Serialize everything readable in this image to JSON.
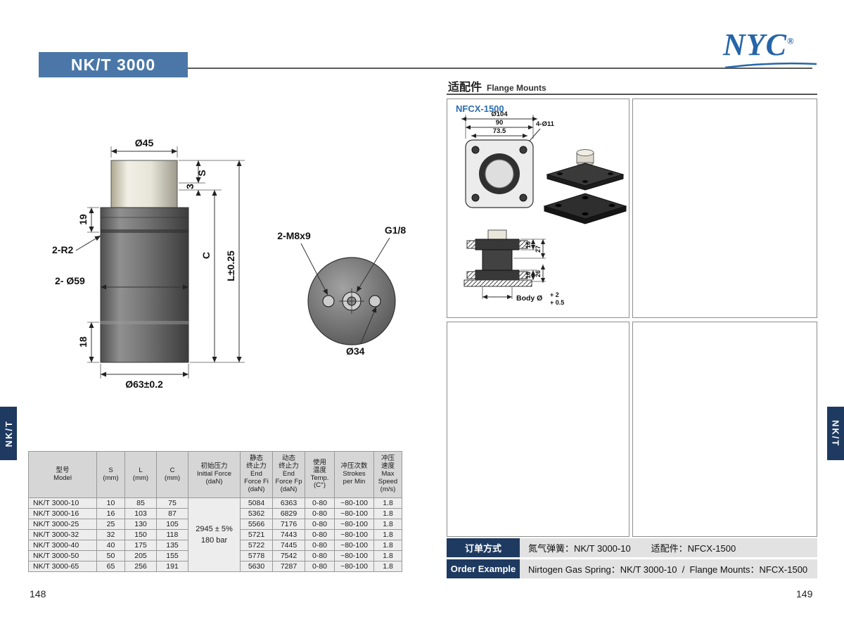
{
  "page": {
    "title": "NK/T 3000",
    "logo": "NYC",
    "logo_reg": "®",
    "side_tab": "NK/T",
    "page_left": "148",
    "page_right": "149"
  },
  "flange": {
    "title_cn": "适配件",
    "title_en": "Flange Mounts",
    "part": "NFCX-1500",
    "d104": "Ø104",
    "d90": "90",
    "d735": "73.5",
    "d411": "4-Ø11",
    "s16a": "16",
    "s27": "27",
    "s16b": "16",
    "s26": "26",
    "body_label": "Body Ø",
    "tol_top": "+ 2",
    "tol_bottom": "+ 0.5"
  },
  "main_drawing": {
    "d45": "Ø45",
    "d3": "3",
    "ds": "S",
    "d19": "19",
    "r2": "2-R2",
    "dc": "C",
    "dl": "L±0.25",
    "d59": "2- Ø59",
    "d18": "18",
    "d63": "Ø63±0.2",
    "m8": "2-M8x9",
    "g18": "G1/8",
    "d34": "Ø34"
  },
  "table": {
    "headers": [
      "型号\nModel",
      "S\n(mm)",
      "L\n(mm)",
      "C\n(mm)",
      "初始压力\nInitial Force\n(daN)",
      "静态\n终止力\nEnd\nForce Fi\n(daN)",
      "动态\n终止力\nEnd\nForce Fp\n(daN)",
      "使用\n温度\nTemp.\n(C°)",
      "冲压次数\nStrokes\nper Min",
      "冲压\n速度\nMax\nSpeed\n(m/s)"
    ],
    "initial_force": "2945 ± 5%\n180 bar",
    "rows": [
      {
        "model": "NK/T 3000-10",
        "s": "10",
        "l": "85",
        "c": "75",
        "fi": "5084",
        "fp": "6363",
        "temp": "0-80",
        "strokes": "~80-100",
        "speed": "1.8"
      },
      {
        "model": "NK/T 3000-16",
        "s": "16",
        "l": "103",
        "c": "87",
        "fi": "5362",
        "fp": "6829",
        "temp": "0-80",
        "strokes": "~80-100",
        "speed": "1.8"
      },
      {
        "model": "NK/T 3000-25",
        "s": "25",
        "l": "130",
        "c": "105",
        "fi": "5566",
        "fp": "7176",
        "temp": "0-80",
        "strokes": "~80-100",
        "speed": "1.8"
      },
      {
        "model": "NK/T 3000-32",
        "s": "32",
        "l": "150",
        "c": "118",
        "fi": "5721",
        "fp": "7443",
        "temp": "0-80",
        "strokes": "~80-100",
        "speed": "1.8"
      },
      {
        "model": "NK/T 3000-40",
        "s": "40",
        "l": "175",
        "c": "135",
        "fi": "5722",
        "fp": "7445",
        "temp": "0-80",
        "strokes": "~80-100",
        "speed": "1.8"
      },
      {
        "model": "NK/T 3000-50",
        "s": "50",
        "l": "205",
        "c": "155",
        "fi": "5778",
        "fp": "7542",
        "temp": "0-80",
        "strokes": "~80-100",
        "speed": "1.8"
      },
      {
        "model": "NK/T 3000-65",
        "s": "65",
        "l": "256",
        "c": "191",
        "fi": "5630",
        "fp": "7287",
        "temp": "0-80",
        "strokes": "~80-100",
        "speed": "1.8"
      }
    ]
  },
  "order": {
    "label_cn": "订单方式",
    "value_cn": "氮气弹簧：NK/T 3000-10        适配件：NFCX-1500",
    "label_en": "Order Example",
    "value_en": "Nirtogen Gas Spring：NK/T 3000-10  /  Flange Mounts：NFCX-1500"
  }
}
